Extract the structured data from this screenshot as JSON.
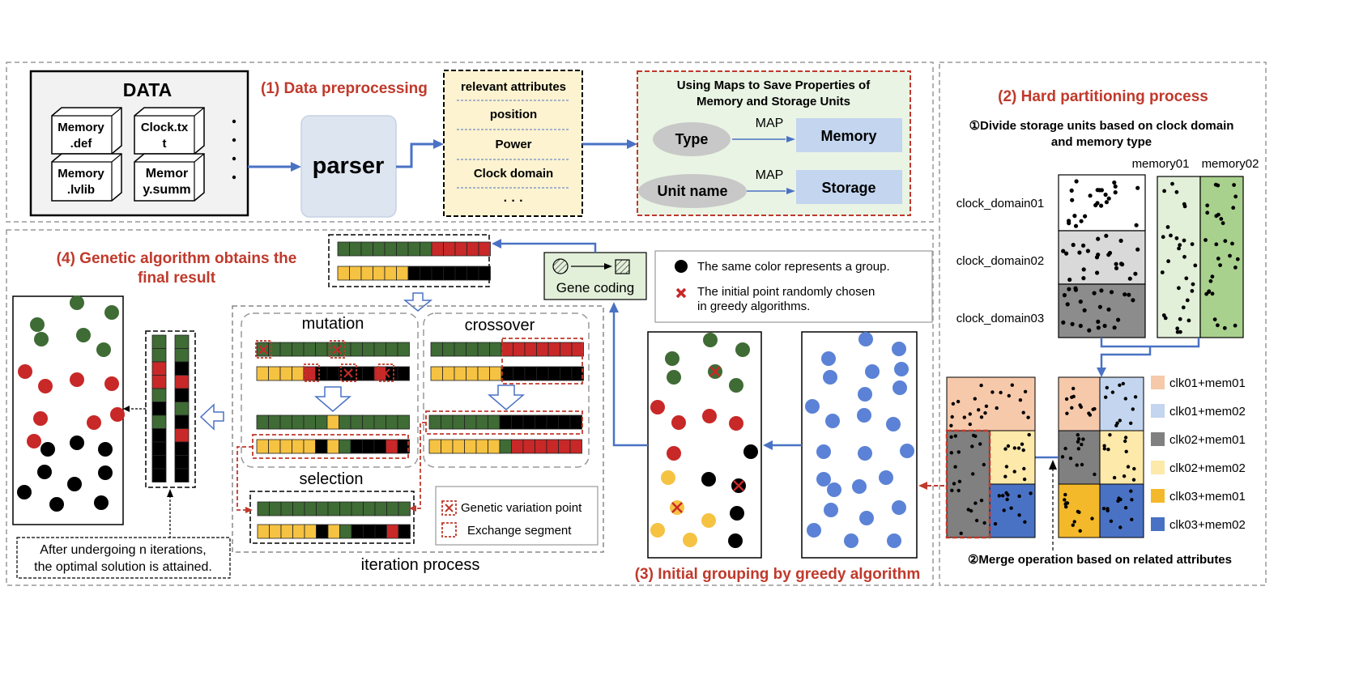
{
  "sections": {
    "s1": "(1) Data preprocessing",
    "s2": "(2) Hard partitioning process",
    "s3": "(3) Initial grouping by greedy algorithm",
    "s4_line1": "(4) Genetic algorithm obtains the",
    "s4_line2": "final result"
  },
  "data_box": {
    "title": "DATA",
    "files": [
      {
        "line1": "Memory",
        "line2": ".def"
      },
      {
        "line1": "Clock.tx",
        "line2": "t"
      },
      {
        "line1": "Memory",
        "line2": ".lvlib"
      },
      {
        "line1": "Memor",
        "line2": "y.summ"
      }
    ]
  },
  "parser_label": "parser",
  "attributes": {
    "items": [
      "relevant attributes",
      "position",
      "Power",
      "Clock domain"
    ],
    "ellipsis": "·   ·   ·"
  },
  "map_box": {
    "title_line1": "Using Maps to Save Properties of",
    "title_line2": "Memory and Storage Units",
    "rows": [
      {
        "key": "Type",
        "arrow_label": "MAP",
        "value": "Memory"
      },
      {
        "key": "Unit name",
        "arrow_label": "MAP",
        "value": "Storage"
      }
    ]
  },
  "hard_partition": {
    "step1_line1": "①Divide storage units based on clock domain",
    "step1_line2": "and memory type",
    "mem_labels": [
      "memory01",
      "memory02"
    ],
    "clock_labels": [
      "clock_domain01",
      "clock_domain02",
      "clock_domain03"
    ],
    "legend": [
      {
        "label": "clk01+mem01",
        "color": "#f6c9ab"
      },
      {
        "label": "clk01+mem02",
        "color": "#c3d5ef"
      },
      {
        "label": "clk02+mem01",
        "color": "#808080"
      },
      {
        "label": "clk02+mem02",
        "color": "#fde9a9"
      },
      {
        "label": "clk03+mem01",
        "color": "#f3b92a"
      },
      {
        "label": "clk03+mem02",
        "color": "#4a72c4"
      }
    ],
    "step2": "②Merge operation based on related attributes"
  },
  "genetic": {
    "gene_coding": "Gene coding",
    "mutation": "mutation",
    "crossover": "crossover",
    "selection": "selection",
    "iteration": "iteration process",
    "legend_variation": "Genetic variation point",
    "legend_exchange": "Exchange segment",
    "note_line1": "After undergoing n iterations,",
    "note_line2": "the optimal solution is attained."
  },
  "greedy_legend": {
    "line1": "The same color represents a group.",
    "line2a": "The initial point randomly chosen",
    "line2b": "in greedy algorithms."
  },
  "colors": {
    "accent_red": "#c0392b",
    "green": "#3f6b35",
    "red": "#c82828",
    "yellow": "#f5c242",
    "blue": "#5b82d6",
    "arrow_blue": "#4a72c4"
  }
}
